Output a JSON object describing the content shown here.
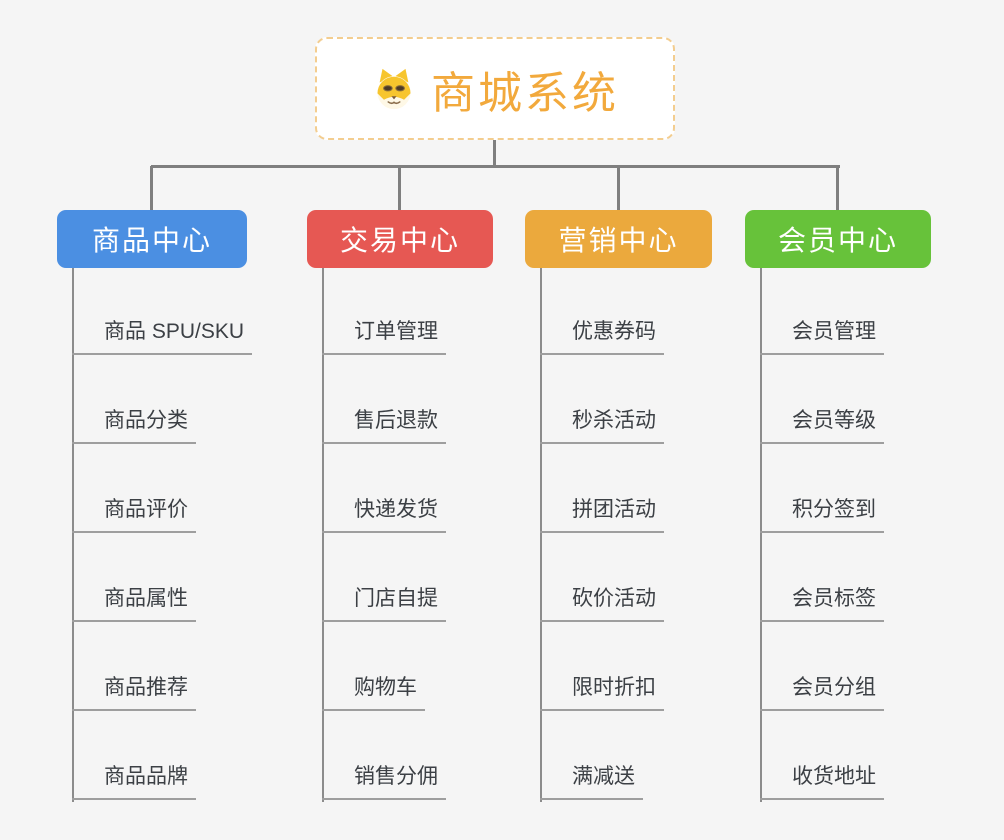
{
  "root": {
    "title": "商城系统",
    "icon": "shiba-dog-icon",
    "title_color": "#F2A93C",
    "border_color": "#F3CD8F"
  },
  "branches": [
    {
      "label": "商品中心",
      "color": "#4B8FE2",
      "children": [
        "商品 SPU/SKU",
        "商品分类",
        "商品评价",
        "商品属性",
        "商品推荐",
        "商品品牌"
      ]
    },
    {
      "label": "交易中心",
      "color": "#E65853",
      "children": [
        "订单管理",
        "售后退款",
        "快递发货",
        "门店自提",
        "购物车",
        "销售分佣"
      ]
    },
    {
      "label": "营销中心",
      "color": "#EBA93D",
      "children": [
        "优惠券码",
        "秒杀活动",
        "拼团活动",
        "砍价活动",
        "限时折扣",
        "满减送"
      ]
    },
    {
      "label": "会员中心",
      "color": "#67C23A",
      "children": [
        "会员管理",
        "会员等级",
        "积分签到",
        "会员标签",
        "会员分组",
        "收货地址"
      ]
    }
  ],
  "colors": {
    "background": "#F5F5F5",
    "connector": "#7F7F7F",
    "underline": "#9E9E9E",
    "leaf_text": "#3C4045"
  }
}
